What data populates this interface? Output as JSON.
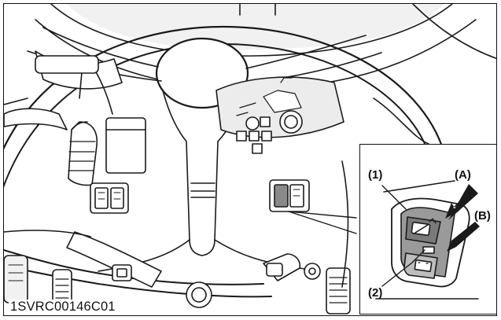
{
  "figure_id": "1SVRC00146C01",
  "callouts": {
    "item1": "(1)",
    "item2": "(2)",
    "itemA": "(A)",
    "itemB": "(B)"
  }
}
